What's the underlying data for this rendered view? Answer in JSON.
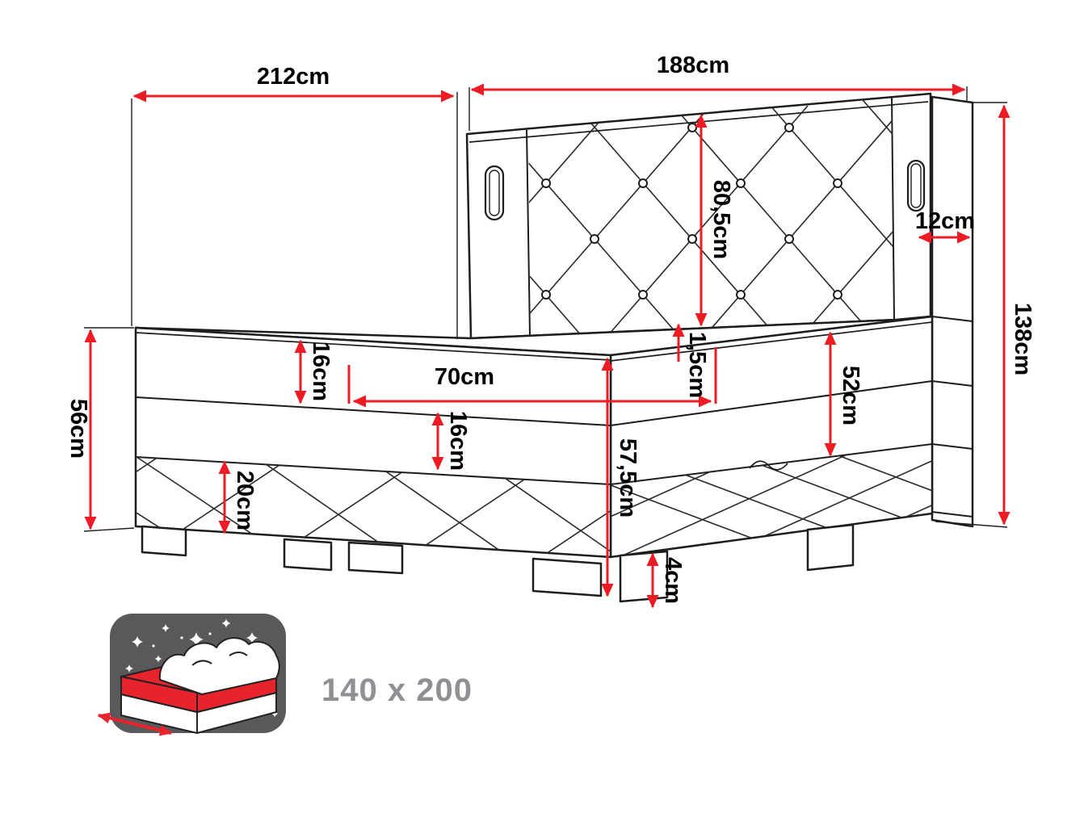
{
  "diagram": {
    "title": "boxspring-bed-dimension-diagram",
    "dimensions": {
      "width_total": "212cm",
      "headboard_width": "188cm",
      "headboard_height": "80,5cm",
      "side_panel_depth": "12cm",
      "side_panel_height": "138cm",
      "base_total_height": "56cm",
      "mattress_thickness": "16cm",
      "seat_width": "70cm",
      "topper_thickness": "1,5cm",
      "side_height": "52cm",
      "box_thickness": "16cm",
      "floor_to_sleep_surface": "57,5cm",
      "skirt_height": "20cm",
      "leg_height": "4cm"
    },
    "colors": {
      "dimension_red": "#ec1b24",
      "line_black": "#1d1d1d",
      "icon_background_gray": "#58595b",
      "icon_mattress_red": "#e8232b",
      "size_label_gray": "#8e9093"
    }
  },
  "footer": {
    "size_label": "140 x 200"
  }
}
